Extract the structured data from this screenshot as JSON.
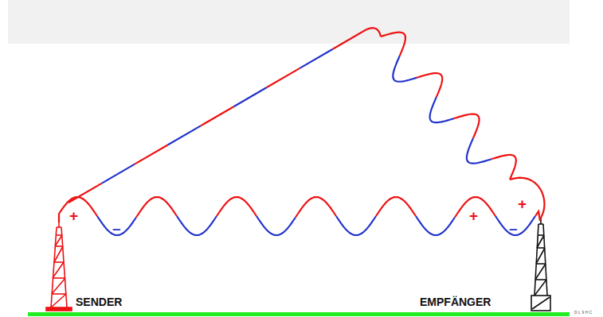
{
  "diagram": {
    "labels": [
      "SENDER",
      "EMPFÄNGER",
      "+",
      "–",
      "+",
      "–",
      "+",
      "DL9HC"
    ]
  }
}
